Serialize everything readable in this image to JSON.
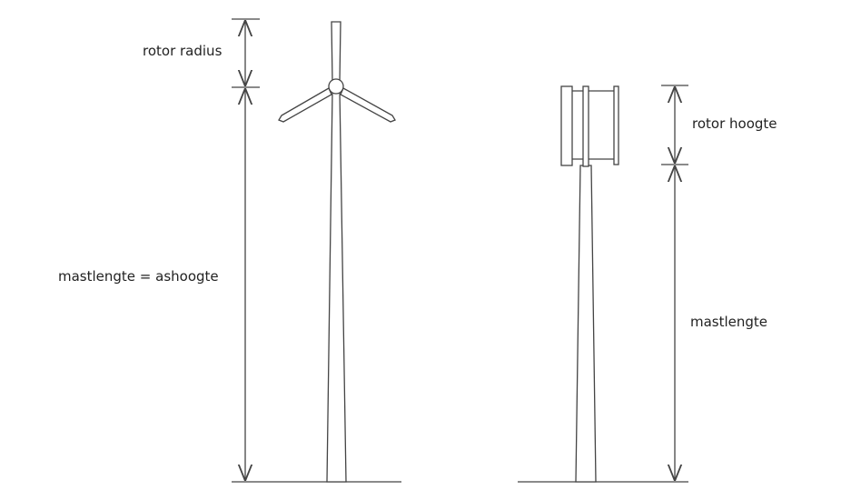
{
  "labels": {
    "rotor_radius": "rotor radius",
    "mast_length_hub_height": "mastlengte = ashoogte",
    "rotor_height": "rotor hoogte",
    "mast_length": "mastlengte"
  }
}
